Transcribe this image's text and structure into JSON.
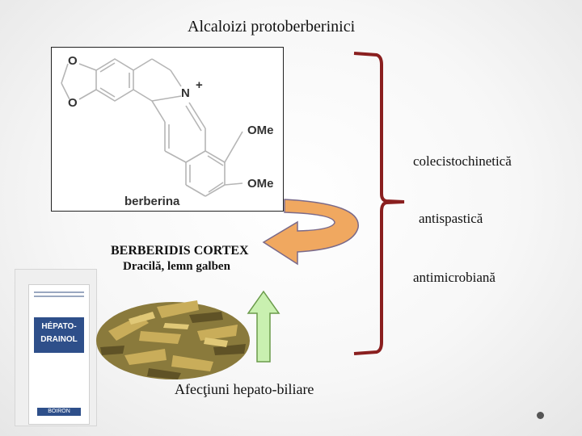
{
  "slide": {
    "title": "Alcaloizi protoberberinici",
    "structure": {
      "name": "berberina",
      "atoms": {
        "o_top": "O",
        "o_bottom": "O",
        "nitrogen": "N",
        "charge": "+",
        "ome_top": "OMe",
        "ome_bottom": "OMe"
      }
    },
    "effects": [
      "colecistochinetică",
      "antispastică",
      "antimicrobiană"
    ],
    "plant": {
      "latin": "BERBERIDIS CORTEX",
      "common": "Dracilă, lemn galben"
    },
    "product": {
      "lines": [
        "HÉPATO-",
        "DRAINOL"
      ],
      "brand": "BOIRON"
    },
    "indication": "Afecţiuni hepato-biliare",
    "colors": {
      "bracket": "#8a1f1f",
      "curved_arrow": "#f0a860",
      "curved_arrow_stroke": "#7a6a8a",
      "up_arrow": "#c9f0b0",
      "up_arrow_stroke": "#6a9a4a"
    }
  }
}
